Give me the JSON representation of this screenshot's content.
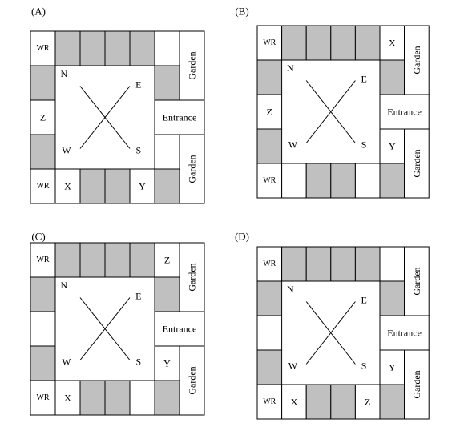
{
  "labels": {
    "wr": "WR",
    "entrance": "Entrance",
    "garden": "Garden",
    "north": "N",
    "east": "E",
    "south": "S",
    "west": "W"
  },
  "colors": {
    "shaded": "#c0c0c0",
    "line": "#000000",
    "background": "#ffffff"
  },
  "panels": [
    {
      "label": "(A)",
      "top_shaded": [
        true,
        true,
        true,
        true,
        false
      ],
      "top_text": [
        "",
        "",
        "",
        "",
        ""
      ],
      "bottom_shaded": [
        false,
        true,
        true,
        false,
        true
      ],
      "bottom_text": [
        "X",
        "",
        "",
        "Y",
        ""
      ],
      "left_shaded": [
        true,
        false,
        true
      ],
      "left_text": [
        "",
        "Z",
        ""
      ],
      "right_shaded": [
        true,
        false,
        false
      ],
      "right_text": [
        "",
        "",
        ""
      ]
    },
    {
      "label": "(B)",
      "top_shaded": [
        true,
        true,
        true,
        true,
        false
      ],
      "top_text": [
        "",
        "",
        "",
        "",
        "X"
      ],
      "bottom_shaded": [
        false,
        true,
        true,
        false,
        true
      ],
      "bottom_text": [
        "",
        "",
        "",
        "",
        ""
      ],
      "left_shaded": [
        true,
        false,
        true
      ],
      "left_text": [
        "",
        "Z",
        ""
      ],
      "right_shaded": [
        true,
        false,
        false
      ],
      "right_text": [
        "",
        "",
        "Y"
      ]
    },
    {
      "label": "(C)",
      "top_shaded": [
        true,
        true,
        true,
        true,
        false
      ],
      "top_text": [
        "",
        "",
        "",
        "",
        "Z"
      ],
      "bottom_shaded": [
        false,
        true,
        true,
        false,
        true
      ],
      "bottom_text": [
        "X",
        "",
        "",
        "",
        ""
      ],
      "left_shaded": [
        true,
        false,
        true
      ],
      "left_text": [
        "",
        "",
        ""
      ],
      "right_shaded": [
        true,
        false,
        false
      ],
      "right_text": [
        "",
        "",
        "Y"
      ]
    },
    {
      "label": "(D)",
      "top_shaded": [
        true,
        true,
        true,
        true,
        false
      ],
      "top_text": [
        "",
        "",
        "",
        "",
        ""
      ],
      "bottom_shaded": [
        false,
        true,
        true,
        false,
        true
      ],
      "bottom_text": [
        "X",
        "",
        "",
        "Z",
        ""
      ],
      "left_shaded": [
        true,
        false,
        true
      ],
      "left_text": [
        "",
        "",
        ""
      ],
      "right_shaded": [
        true,
        false,
        false
      ],
      "right_text": [
        "",
        "",
        "Y"
      ]
    }
  ]
}
